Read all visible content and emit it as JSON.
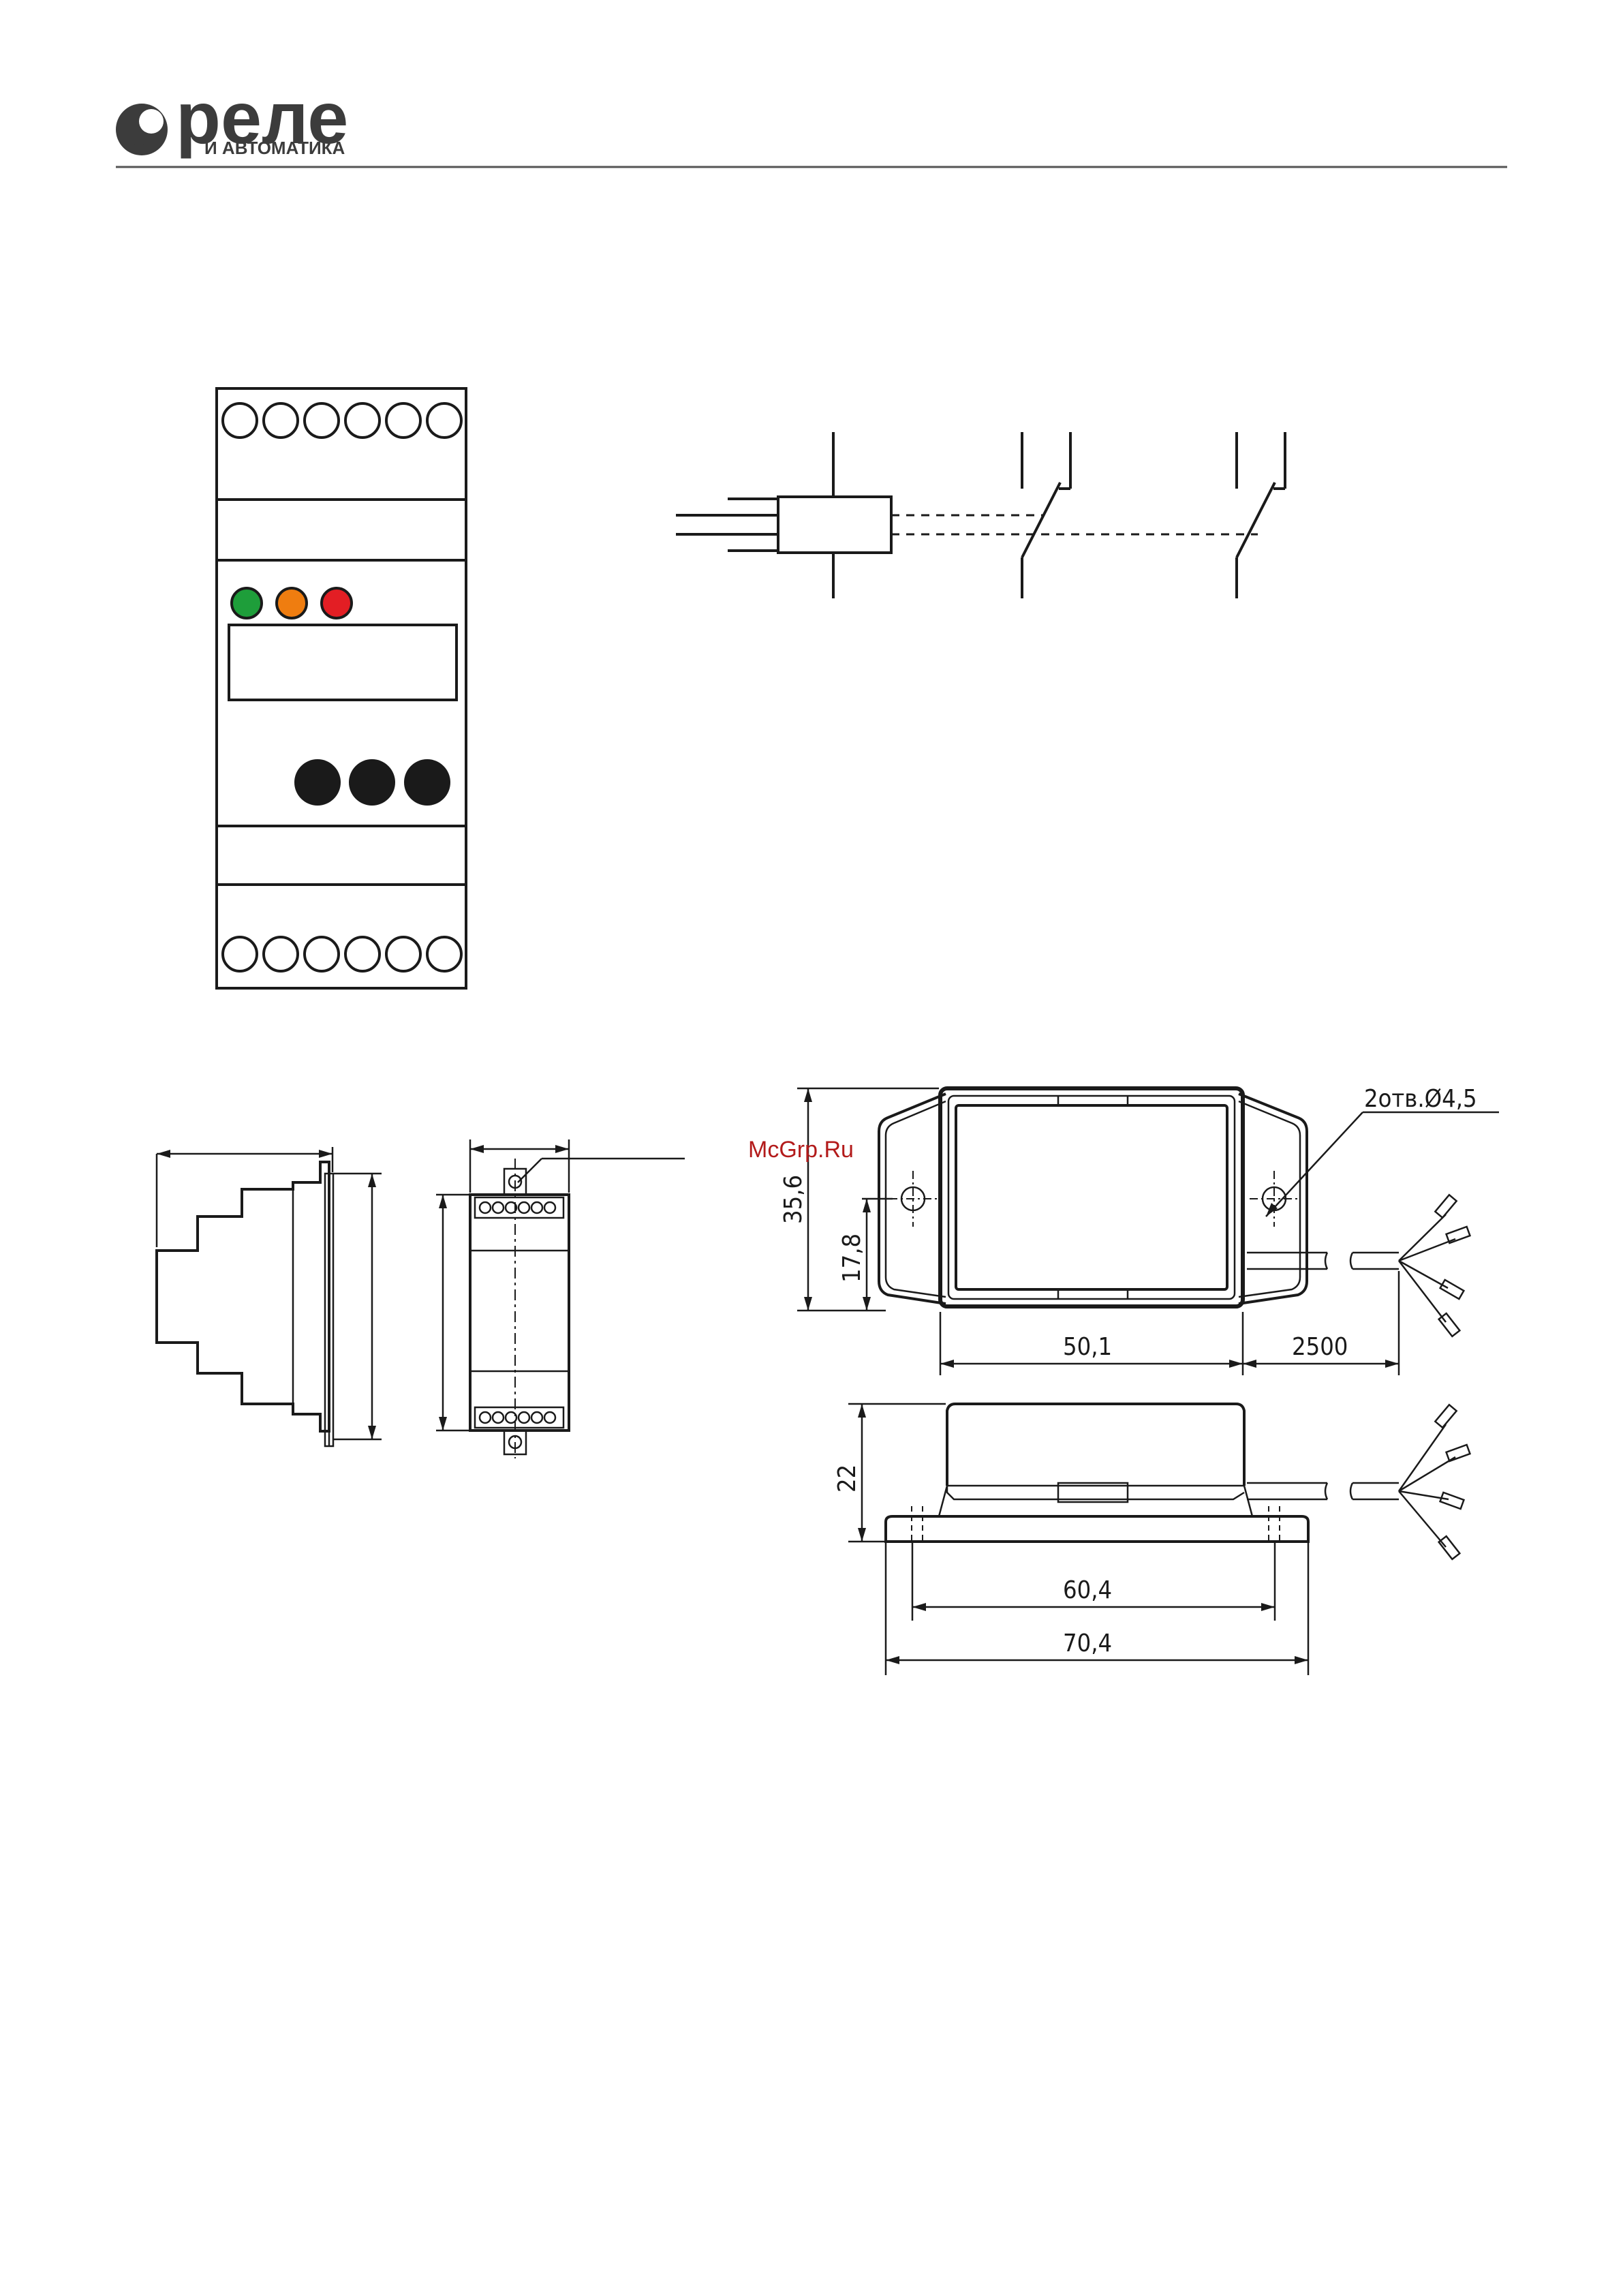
{
  "header": {
    "logo_main": "реле",
    "logo_sub": "И АВТОМАТИКА"
  },
  "watermark": "McGrp.Ru",
  "device_front": {
    "led_colors": {
      "green": "#1e9e3a",
      "orange": "#ef7d10",
      "red": "#e31e24"
    },
    "top_terminals": 6,
    "bottom_terminals": 6,
    "buttons": 3
  },
  "sensor_drawing": {
    "hole_label": "2отв.Ø4,5",
    "dim_height_total": "35,6",
    "dim_height_half": "17,8",
    "dim_body_width": "50,1",
    "dim_cable_length": "2500",
    "dim_height_side": "22",
    "dim_hole_spacing": "60,4",
    "dim_total_length": "70,4"
  },
  "colors": {
    "line": "#1a1a1a",
    "brand": "#3c3c3c",
    "watermark": "#b31b1b"
  }
}
